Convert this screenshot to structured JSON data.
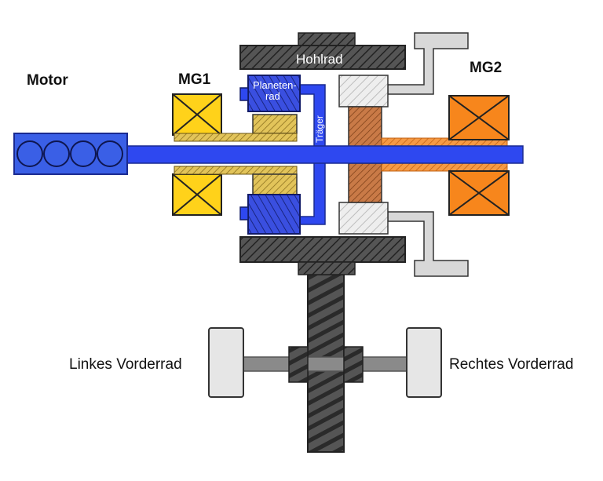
{
  "labels": {
    "motor": "Motor",
    "mg1": "MG1",
    "mg2": "MG2",
    "hohlrad": "Hohlrad",
    "planetenrad_line1": "Planeten-",
    "planetenrad_line2": "rad",
    "traeger": "Träger",
    "linkes_vorderrad": "Linkes Vorderrad",
    "rechtes_vorderrad": "Rechtes Vorderrad"
  },
  "colors": {
    "engine_blue": "#3a5fe6",
    "shaft_blue": "#2e48f0",
    "mg1_yellow": "#ffd21a",
    "mg2_orange": "#f7861c",
    "ring_gear_dark": "#4a4a4a",
    "wheel_gray": "#e6e6e6",
    "planet_gear_blue": "#3346d6",
    "sun_gear_khaki": "#c9a640",
    "mg2_gear_brown": "#b86b3c"
  }
}
